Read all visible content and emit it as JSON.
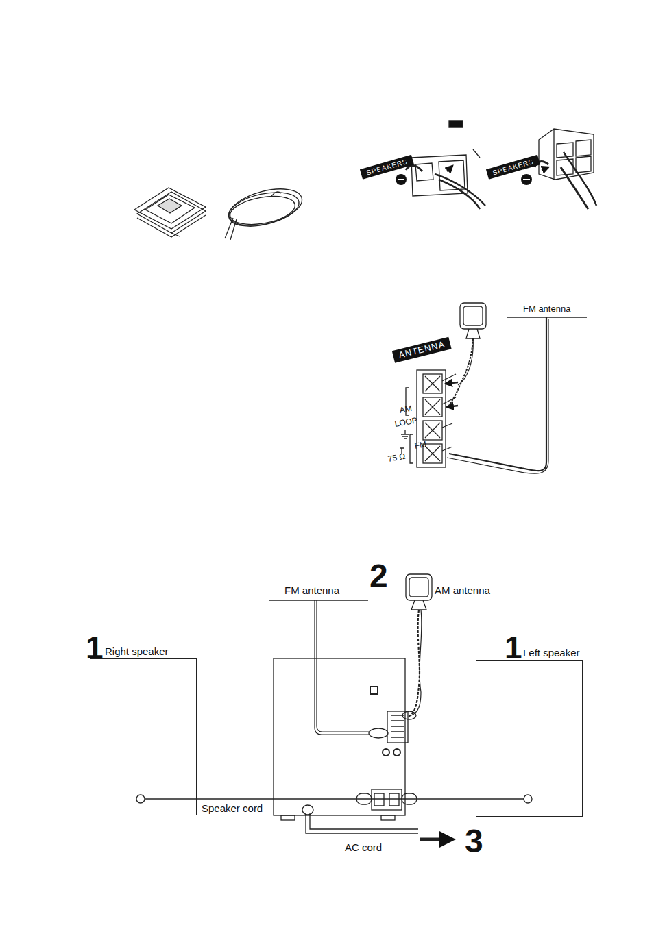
{
  "diagram": {
    "nodes": [
      {
        "text": [
          "1",
          "Right speaker"
        ]
      },
      {
        "text": [
          "1",
          "Left speaker"
        ]
      }
    ],
    "edges": [
      {
        "from": 0,
        "to": 1,
        "arrow": "none",
        "label": "Speaker cord"
      }
    ],
    "labels": [
      "SPEAKERS",
      "SPEAKERS",
      "FM antenna",
      "ANTENNA",
      "AM",
      "LOOP",
      "FM",
      "75 Ω",
      "2",
      "FM antenna",
      "AM antenna",
      "AC cord",
      "3"
    ]
  }
}
